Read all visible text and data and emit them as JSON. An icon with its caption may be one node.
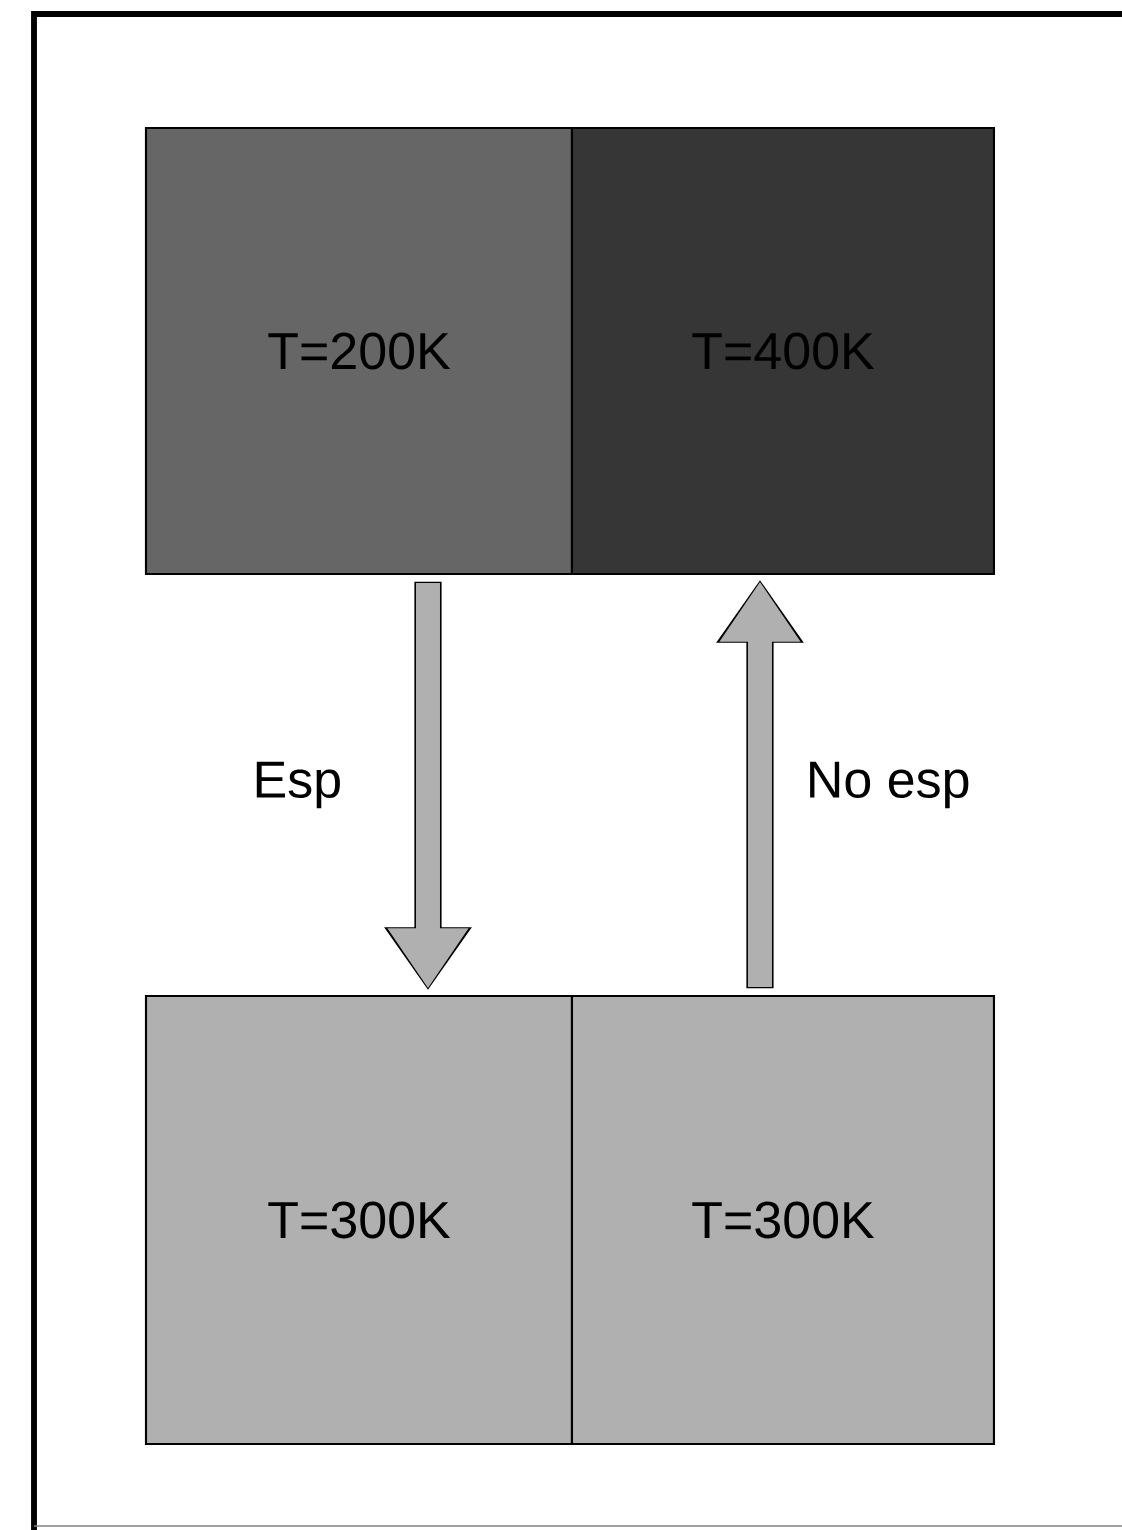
{
  "diagram": {
    "nodes": [
      {
        "text": [
          "T=200K"
        ]
      },
      {
        "text": [
          "T=400K"
        ]
      },
      {
        "text": [
          "T=300K"
        ]
      },
      {
        "text": [
          "T=300K"
        ]
      }
    ],
    "edges": [
      {
        "from": 0,
        "to": 2,
        "arrow": "to",
        "label": "Esp"
      },
      {
        "from": 3,
        "to": 1,
        "arrow": "to",
        "label": "No esp"
      }
    ]
  }
}
